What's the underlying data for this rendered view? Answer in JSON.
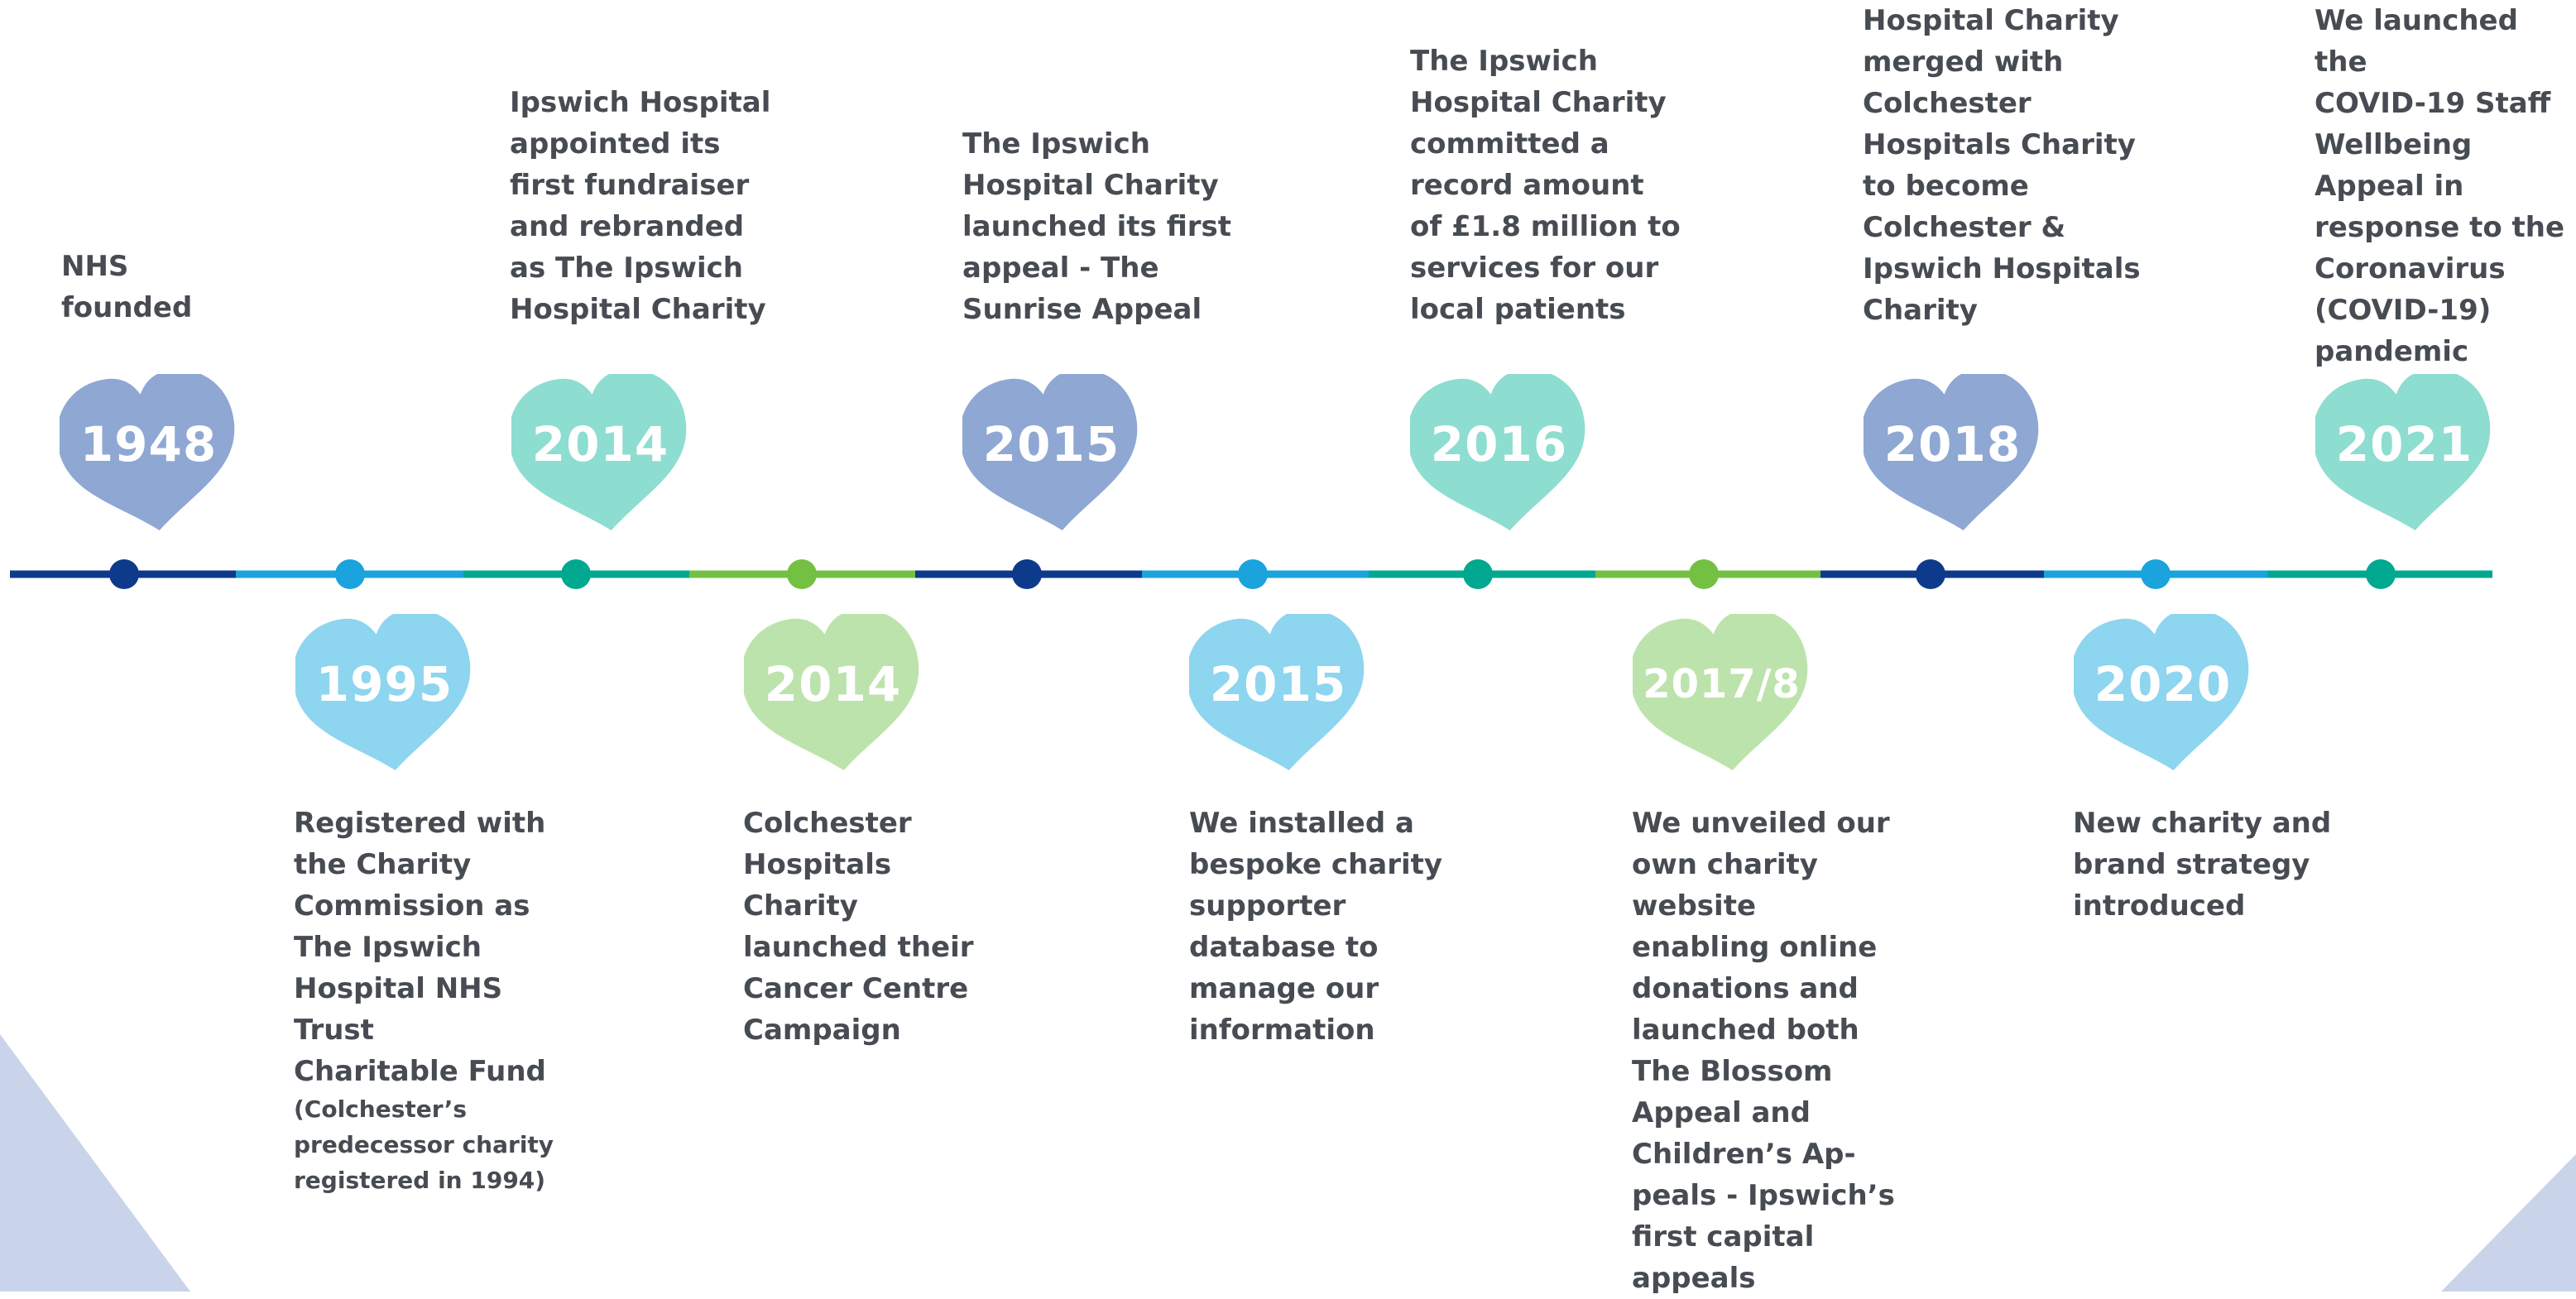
{
  "colors": {
    "navy": "#0d3a8a",
    "light_blue": "#1aa3dc",
    "teal": "#00a890",
    "green": "#74c043",
    "heart_slate": "#8fa7d3",
    "heart_mint": "#8dddd0",
    "heart_sky": "#8ed5ef",
    "heart_sage": "#bde3ac",
    "decor": "#c9d4ea",
    "text": "#474b52"
  },
  "events": [
    {
      "year": "1948",
      "description": "NHS\nfounded",
      "note": ""
    },
    {
      "year": "1995",
      "description": "Registered with\nthe Charity\nCommission as\nThe Ipswich\nHospital NHS\nTrust\nCharitable Fund",
      "note": "(Colchester’s\npredecessor charity\nregistered in 1994)"
    },
    {
      "year": "2014",
      "description": "Ipswich Hospital\nappointed its\nfirst fundraiser\nand rebranded\nas The Ipswich\nHospital Charity",
      "note": ""
    },
    {
      "year": "2014",
      "description": "Colchester\nHospitals\nCharity\nlaunched their\nCancer Centre\nCampaign",
      "note": ""
    },
    {
      "year": "2015",
      "description": "The Ipswich\nHospital Charity\nlaunched its first\nappeal - The\nSunrise Appeal",
      "note": ""
    },
    {
      "year": "2015",
      "description": "We installed a\nbespoke charity\nsupporter\ndatabase to\nmanage our\ninformation",
      "note": ""
    },
    {
      "year": "2016",
      "description": "The Ipswich\nHospital Charity\ncommitted  a\nrecord amount\nof  £1.8 million to\nservices for our\nlocal patients",
      "note": ""
    },
    {
      "year": "2017/8",
      "description": "We unveiled our\nown charity\nwebsite\nenabling online\ndonations and\nlaunched both\nThe Blossom\nAppeal and\nChildren’s Ap-\npeals - Ipswich’s\nfirst capital\nappeals",
      "note": ""
    },
    {
      "year": "2018",
      "description": "Hospital Charity\nmerged with\nColchester\nHospitals Charity\nto become\nColchester &\nIpswich Hospitals\nCharity",
      "note": ""
    },
    {
      "year": "2020",
      "description": "New charity and\nbrand strategy\nintroduced",
      "note": ""
    },
    {
      "year": "2021",
      "description": "We launched  the\nCOVID-19 Staff\nWellbeing\nAppeal in\nresponse to the\nCoronavirus\n(COVID-19)\npandemic",
      "note": ""
    }
  ]
}
